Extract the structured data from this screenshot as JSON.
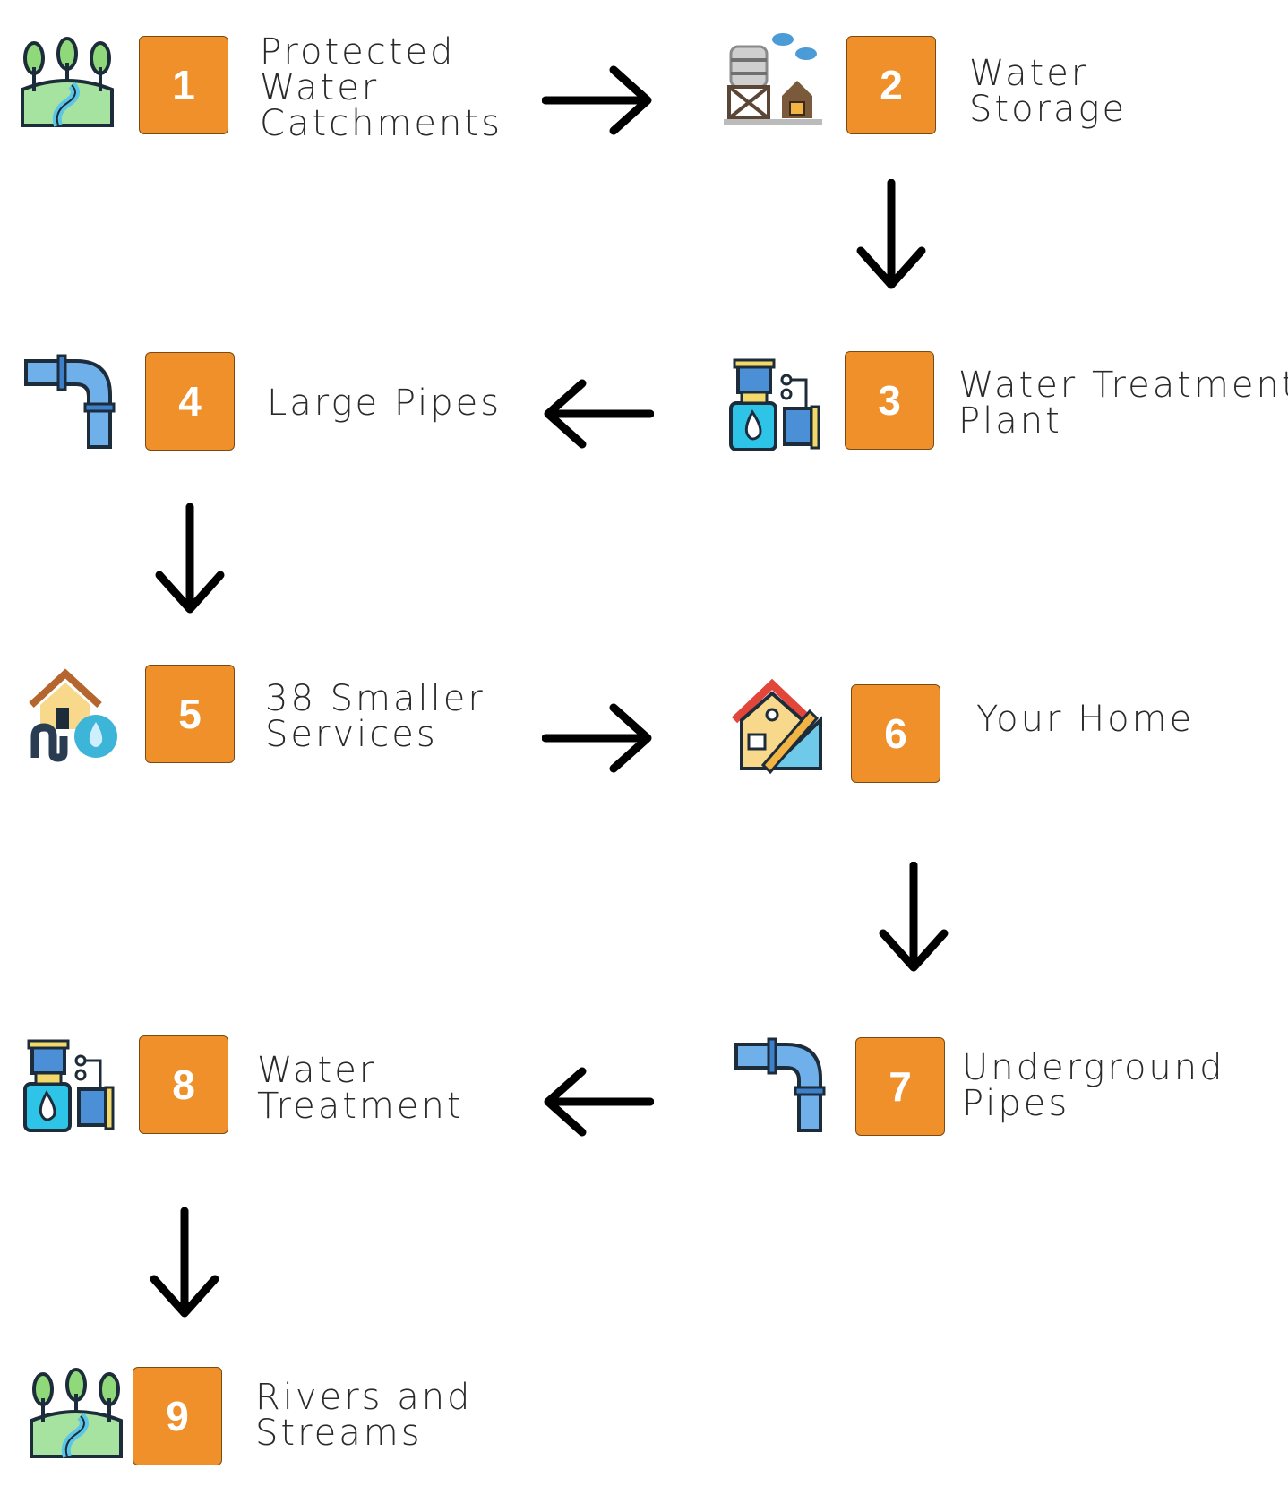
{
  "colors": {
    "badge": "#f0902a",
    "arrow": "#000000"
  },
  "steps": [
    {
      "number": "1",
      "lines": [
        "Protected",
        "Water",
        "Catchments"
      ],
      "icon": "catchment-icon"
    },
    {
      "number": "2",
      "lines": [
        "Water",
        "Storage"
      ],
      "icon": "water-storage-icon"
    },
    {
      "number": "3",
      "lines": [
        "Water Treatment",
        "Plant"
      ],
      "icon": "treatment-plant-icon"
    },
    {
      "number": "4",
      "lines": [
        "Large Pipes"
      ],
      "icon": "pipe-icon"
    },
    {
      "number": "5",
      "lines": [
        "38 Smaller",
        "Services"
      ],
      "icon": "house-water-icon"
    },
    {
      "number": "6",
      "lines": [
        "Your Home"
      ],
      "icon": "home-blueprint-icon"
    },
    {
      "number": "7",
      "lines": [
        "Underground",
        "Pipes"
      ],
      "icon": "pipe-icon"
    },
    {
      "number": "8",
      "lines": [
        "Water",
        "Treatment"
      ],
      "icon": "treatment-plant-icon"
    },
    {
      "number": "9",
      "lines": [
        "Rivers and",
        "Streams"
      ],
      "icon": "catchment-icon"
    }
  ]
}
